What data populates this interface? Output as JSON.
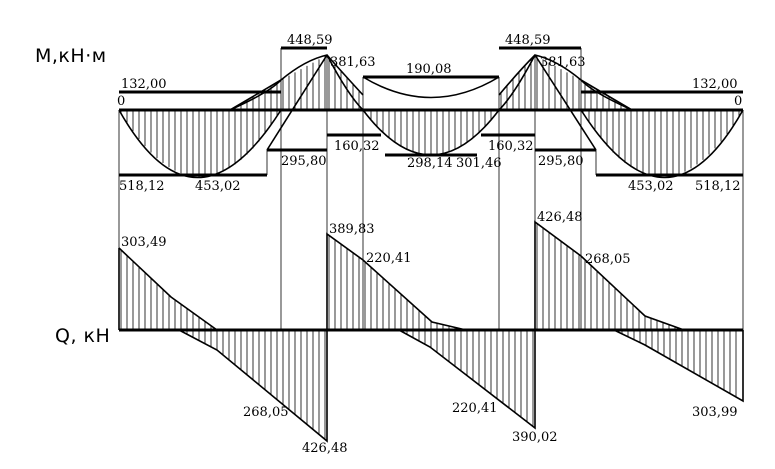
{
  "moment_diagram": {
    "axis_title": "M,кН·м",
    "end_labels": [
      "0",
      "0"
    ],
    "value_labels": [
      "132,00",
      "448,59",
      "381,63",
      "190,08",
      "448,59",
      "381,63",
      "132,00",
      "518,12",
      "453,02",
      "295,80",
      "160,32",
      "298,14",
      "301,46",
      "160,32",
      "295,80",
      "453,02",
      "518,12"
    ]
  },
  "shear_diagram": {
    "axis_title": "Q, кН",
    "value_labels": [
      "303,49",
      "389,83",
      "220,41",
      "426,48",
      "268,05",
      "268,05",
      "426,48",
      "220,41",
      "390,02",
      "303,99"
    ]
  }
}
